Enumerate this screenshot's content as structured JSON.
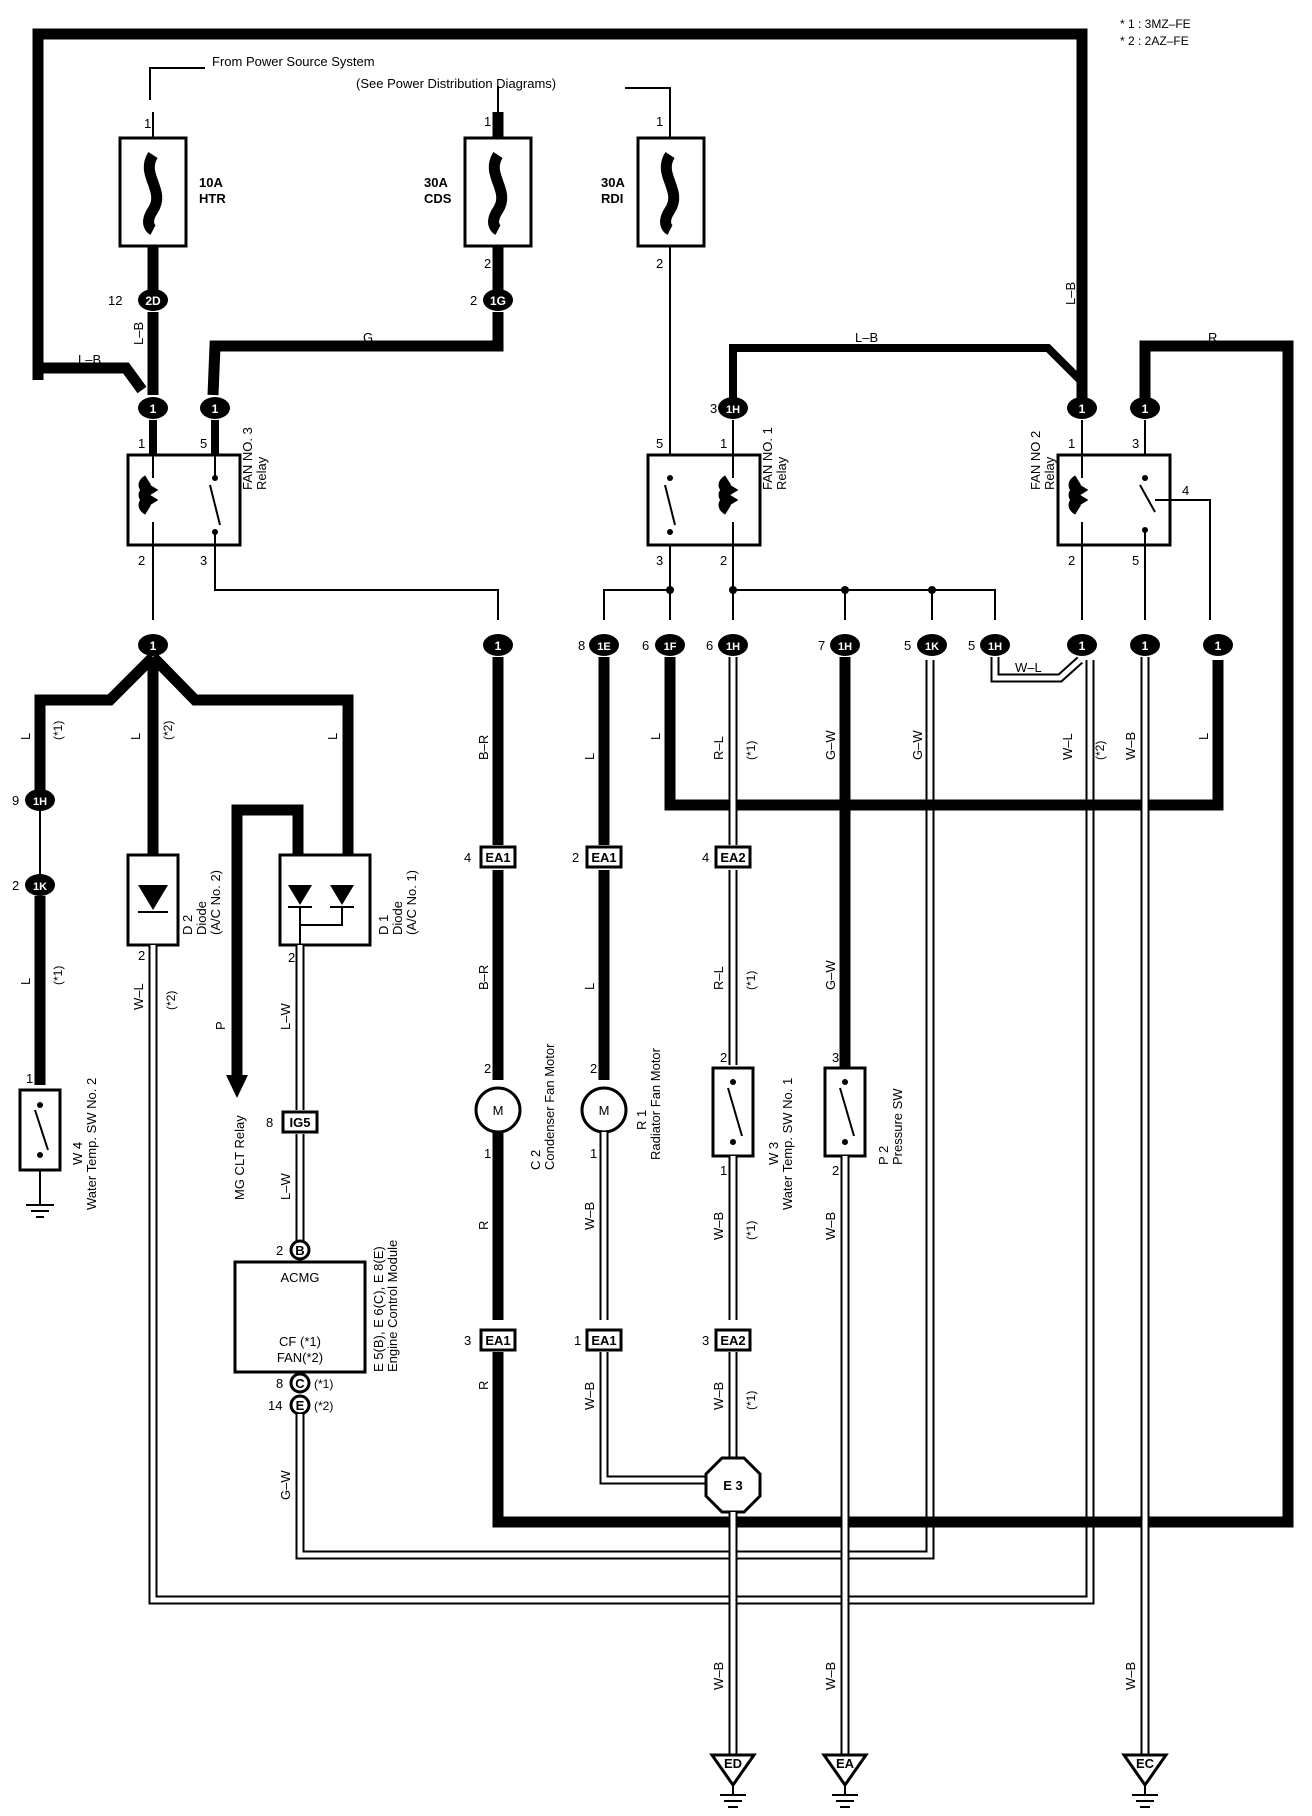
{
  "notes": [
    "* 1 : 3MZ–FE",
    "* 2 : 2AZ–FE"
  ],
  "power_source": [
    "From Power Source System",
    "(See Power Distribution Diagrams)"
  ],
  "fuses": [
    {
      "amp": "10A",
      "name": "HTR"
    },
    {
      "amp": "30A",
      "name": "CDS"
    },
    {
      "amp": "30A",
      "name": "RDI"
    }
  ],
  "relays": {
    "fan3": [
      "FAN NO. 3",
      "Relay"
    ],
    "fan1": [
      "FAN NO. 1",
      "Relay"
    ],
    "fan2": [
      "FAN NO 2",
      "Relay"
    ]
  },
  "components": {
    "w4": [
      "W 4",
      "Water Temp.  SW No. 2"
    ],
    "d2": [
      "D 2",
      "Diode",
      "(A/C No. 2)"
    ],
    "d1": [
      "D 1",
      "Diode",
      "(A/C No. 1)"
    ],
    "mg_clt": "MG CLT Relay",
    "ecm": [
      "E 5(B), E 6(C), E 8(E)",
      "Engine Control Module"
    ],
    "ecm_acmg": "ACMG",
    "ecm_cf": "CF (*1)",
    "ecm_fan": "FAN(*2)",
    "c2": [
      "C 2",
      "Condenser Fan Motor"
    ],
    "r1": [
      "R 1",
      "Radiator Fan Motor"
    ],
    "w3": [
      "W 3",
      "Water Temp.  SW No. 1"
    ],
    "p2": [
      "P 2",
      "Pressure SW"
    ],
    "motor": "M",
    "e3": "E 3"
  },
  "connectors": {
    "c2D": "2D",
    "c1G": "1G",
    "c1": "1",
    "c1H": "1H",
    "c1K": "1K",
    "c1E": "1E",
    "c1F": "1F",
    "ea1": "EA1",
    "ea2": "EA2",
    "ig5": "IG5",
    "b": "B",
    "c": "C",
    "e": "E"
  },
  "pins": {
    "p1": "1",
    "p2": "2",
    "p3": "3",
    "p4": "4",
    "p5": "5",
    "p6": "6",
    "p7": "7",
    "p8": "8",
    "p9": "9",
    "p12": "12",
    "p14": "14"
  },
  "ecm_pin_notes": {
    "c": "(*1)",
    "e": "(*2)"
  },
  "wires": {
    "LB": "L–B",
    "G": "G",
    "R": "R",
    "L": "L",
    "BR": "B–R",
    "RL": "R–L",
    "GW": "G–W",
    "WL": "W–L",
    "WB": "W–B",
    "LW": "L–W",
    "P": "P"
  },
  "notes_inline": {
    "n1": "(*1)",
    "n2": "(*2)"
  },
  "grounds": [
    "ED",
    "EA",
    "EC"
  ]
}
